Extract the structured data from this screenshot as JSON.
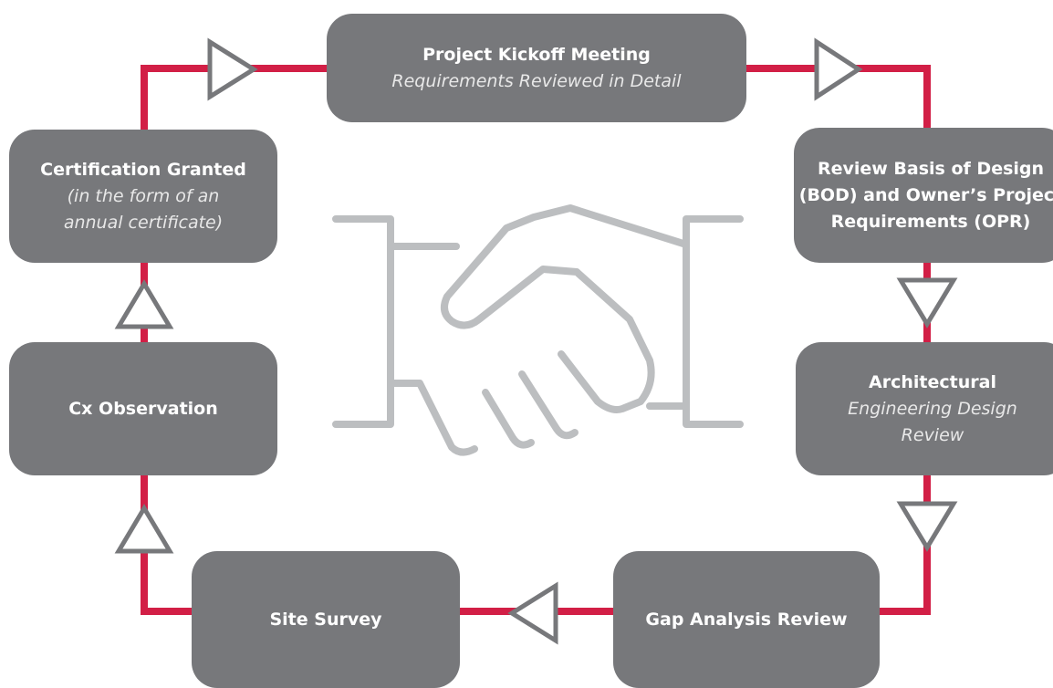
{
  "colors": {
    "connector": "#d21f46",
    "box_fill": "#77787b",
    "arrow_stroke": "#77787b",
    "handshake_stroke": "#bcbec0",
    "text": "#ffffff"
  },
  "icons": {
    "center": "handshake-icon",
    "arrow": "triangle-arrow-icon"
  },
  "steps": [
    {
      "title": "Project Kickoff Meeting",
      "subtitle": "Requirements Reviewed in Detail"
    },
    {
      "title_lines": [
        "Review Basis of Design",
        "(BOD) and Owner’s Project",
        "Requirements (OPR)"
      ]
    },
    {
      "title": "Architectural",
      "subtitle_lines": [
        "Engineering Design",
        "Review"
      ]
    },
    {
      "title": "Gap Analysis Review"
    },
    {
      "title": "Site Survey"
    },
    {
      "title": "Cx Observation"
    },
    {
      "title": "Certification Granted",
      "subtitle_lines": [
        "(in the form of an",
        "annual certificate)"
      ]
    }
  ]
}
